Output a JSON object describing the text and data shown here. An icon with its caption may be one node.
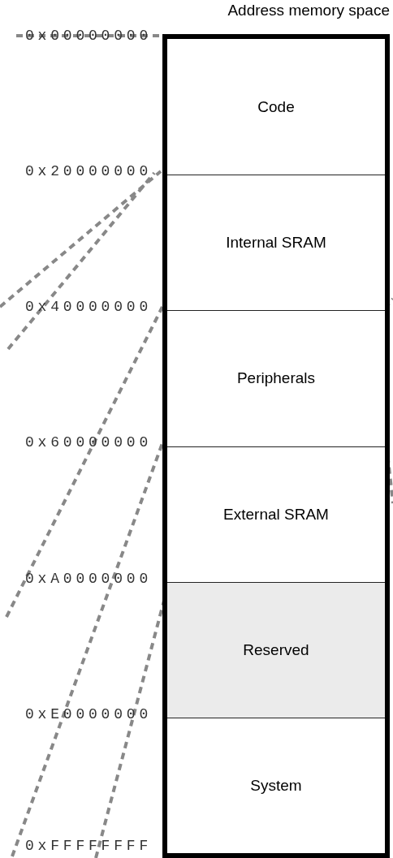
{
  "diagram": {
    "nodes": [
      {
        "text": [
          "Address memory space"
        ]
      },
      {
        "text": [
          "Code"
        ],
        "in": 0
      },
      {
        "text": [
          "Internal SRAM"
        ],
        "in": 0
      },
      {
        "text": [
          "Peripherals"
        ],
        "in": 0
      },
      {
        "text": [
          "External SRAM"
        ],
        "in": 0
      },
      {
        "text": [
          "Reserved"
        ],
        "in": 0
      },
      {
        "text": [
          "System"
        ],
        "in": 0
      }
    ],
    "labels": [
      "0x00000000",
      "0x20000000",
      "0x40000000",
      "0x60000000",
      "0xA0000000",
      "0xE0000000",
      "0xFFFFFFFF"
    ]
  }
}
